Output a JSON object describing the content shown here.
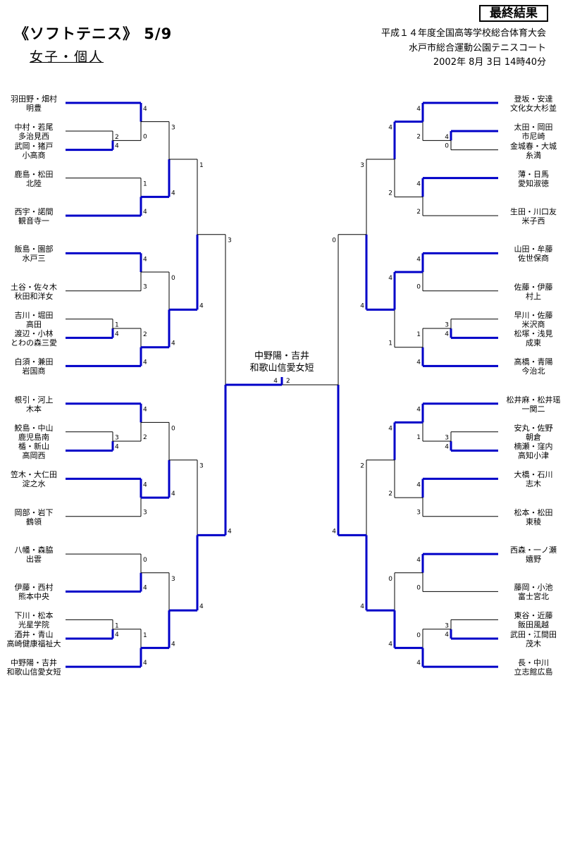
{
  "header": {
    "badge": "最終結果",
    "title": "《ソフトテニス》 5/9",
    "subtitle": "女子・個人",
    "tournament": "平成１４年度全国高等学校総合体育大会",
    "venue": "水戸市総合運動公園テニスコート",
    "datetime": "2002年  8月  3日  14時40分"
  },
  "colors": {
    "win_line": "#0000c8",
    "lose_line": "#000000"
  },
  "final": {
    "champion": {
      "players": "中野陽・吉井",
      "school": "和歌山信愛女短"
    },
    "left_score": "4",
    "right_score": "2"
  },
  "left": {
    "entries": [
      {
        "players": "羽田野・畑村",
        "school": "明豊"
      },
      {
        "players": "中村・若尾",
        "school": "多治見西"
      },
      {
        "players": "武岡・猪戸",
        "school": "小高商"
      },
      {
        "players": "鹿島・松田",
        "school": "北陸"
      },
      {
        "players": "西宇・諾間",
        "school": "観音寺一"
      },
      {
        "players": "飯島・園部",
        "school": "水戸三"
      },
      {
        "players": "土谷・佐々木",
        "school": "秋田和洋女"
      },
      {
        "players": "吉川・堀田",
        "school": "高田"
      },
      {
        "players": "渡辺・小林",
        "school": "とわの森三愛"
      },
      {
        "players": "白須・兼田",
        "school": "岩国商"
      },
      {
        "players": "根引・河上",
        "school": "木本"
      },
      {
        "players": "鮫島・中山",
        "school": "鹿児島南"
      },
      {
        "players": "楯・新山",
        "school": "高岡西"
      },
      {
        "players": "笠木・大仁田",
        "school": "淀之水"
      },
      {
        "players": "岡部・岩下",
        "school": "鶴領"
      },
      {
        "players": "八幡・森脇",
        "school": "出雲"
      },
      {
        "players": "伊藤・西村",
        "school": "熊本中央"
      },
      {
        "players": "下川・松本",
        "school": "光星学院"
      },
      {
        "players": "酒井・青山",
        "school": "高崎健康福祉大"
      },
      {
        "players": "中野陽・吉井",
        "school": "和歌山信愛女短"
      }
    ],
    "bracket": {
      "sa": "3",
      "sb": "4",
      "a": {
        "sa": "1",
        "sb": "4",
        "a": {
          "sa": "3",
          "sb": "4",
          "a": {
            "sa": "4",
            "sb": "0",
            "a": 0,
            "b": {
              "sa": "2",
              "sb": "4",
              "a": 1,
              "b": 2
            }
          },
          "b": {
            "sa": "1",
            "sb": "4",
            "a": 3,
            "b": 4
          }
        },
        "b": {
          "sa": "0",
          "sb": "4",
          "a": {
            "sa": "4",
            "sb": "3",
            "a": 5,
            "b": 6
          },
          "b": {
            "sa": "2",
            "sb": "4",
            "a": {
              "sa": "1",
              "sb": "4",
              "a": 7,
              "b": 8
            },
            "b": 9
          }
        }
      },
      "b": {
        "sa": "3",
        "sb": "4",
        "a": {
          "sa": "0",
          "sb": "4",
          "a": {
            "sa": "4",
            "sb": "2",
            "a": 10,
            "b": {
              "sa": "3",
              "sb": "4",
              "a": 11,
              "b": 12
            }
          },
          "b": {
            "sa": "4",
            "sb": "3",
            "a": 13,
            "b": 14
          }
        },
        "b": {
          "sa": "3",
          "sb": "4",
          "a": {
            "sa": "0",
            "sb": "4",
            "a": 15,
            "b": 16
          },
          "b": {
            "sa": "1",
            "sb": "4",
            "a": {
              "sa": "1",
              "sb": "4",
              "a": 17,
              "b": 18
            },
            "b": 19
          }
        }
      }
    }
  },
  "right": {
    "entries": [
      {
        "players": "登坂・安達",
        "school": "文化女大杉並"
      },
      {
        "players": "太田・岡田",
        "school": "市尼崎"
      },
      {
        "players": "金城春・大城",
        "school": "糸満"
      },
      {
        "players": "薄・日馬",
        "school": "愛知淑徳"
      },
      {
        "players": "生田・川口友",
        "school": "米子西"
      },
      {
        "players": "山田・牟藤",
        "school": "佐世保商"
      },
      {
        "players": "佐藤・伊藤",
        "school": "村上"
      },
      {
        "players": "早川・佐藤",
        "school": "米沢商"
      },
      {
        "players": "松塚・浅見",
        "school": "成東"
      },
      {
        "players": "高橋・青陽",
        "school": "今治北"
      },
      {
        "players": "松井麻・松井瑶",
        "school": "一関二"
      },
      {
        "players": "安丸・佐野",
        "school": "朝倉"
      },
      {
        "players": "楠瀬・窪内",
        "school": "高知小津"
      },
      {
        "players": "大橋・石川",
        "school": "志木"
      },
      {
        "players": "松本・松田",
        "school": "東稜"
      },
      {
        "players": "西森・一ノ瀬",
        "school": "嬉野"
      },
      {
        "players": "藤岡・小池",
        "school": "富士宮北"
      },
      {
        "players": "東谷・近藤",
        "school": "飯田風越"
      },
      {
        "players": "武田・江間田",
        "school": "茂木"
      },
      {
        "players": "長・中川",
        "school": "立志館広島"
      }
    ],
    "bracket": {
      "sa": "0",
      "sb": "4",
      "a": {
        "sa": "3",
        "sb": "4",
        "a": {
          "sa": "4",
          "sb": "2",
          "a": {
            "sa": "4",
            "sb": "2",
            "a": 0,
            "b": {
              "sa": "4",
              "sb": "0",
              "a": 1,
              "b": 2
            }
          },
          "b": {
            "sa": "4",
            "sb": "2",
            "a": 3,
            "b": 4
          }
        },
        "b": {
          "sa": "4",
          "sb": "1",
          "a": {
            "sa": "4",
            "sb": "0",
            "a": 5,
            "b": 6
          },
          "b": {
            "sa": "1",
            "sb": "4",
            "a": {
              "sa": "3",
              "sb": "4",
              "a": 7,
              "b": 8
            },
            "b": 9
          }
        }
      },
      "b": {
        "sa": "2",
        "sb": "4",
        "a": {
          "sa": "4",
          "sb": "2",
          "a": {
            "sa": "4",
            "sb": "1",
            "a": 10,
            "b": {
              "sa": "3",
              "sb": "4",
              "a": 11,
              "b": 12
            }
          },
          "b": {
            "sa": "4",
            "sb": "3",
            "a": 13,
            "b": 14
          }
        },
        "b": {
          "sa": "0",
          "sb": "4",
          "a": {
            "sa": "4",
            "sb": "0",
            "a": 15,
            "b": 16
          },
          "b": {
            "sa": "0",
            "sb": "4",
            "a": {
              "sa": "3",
              "sb": "4",
              "a": 17,
              "b": 18
            },
            "b": 19
          }
        }
      }
    }
  }
}
